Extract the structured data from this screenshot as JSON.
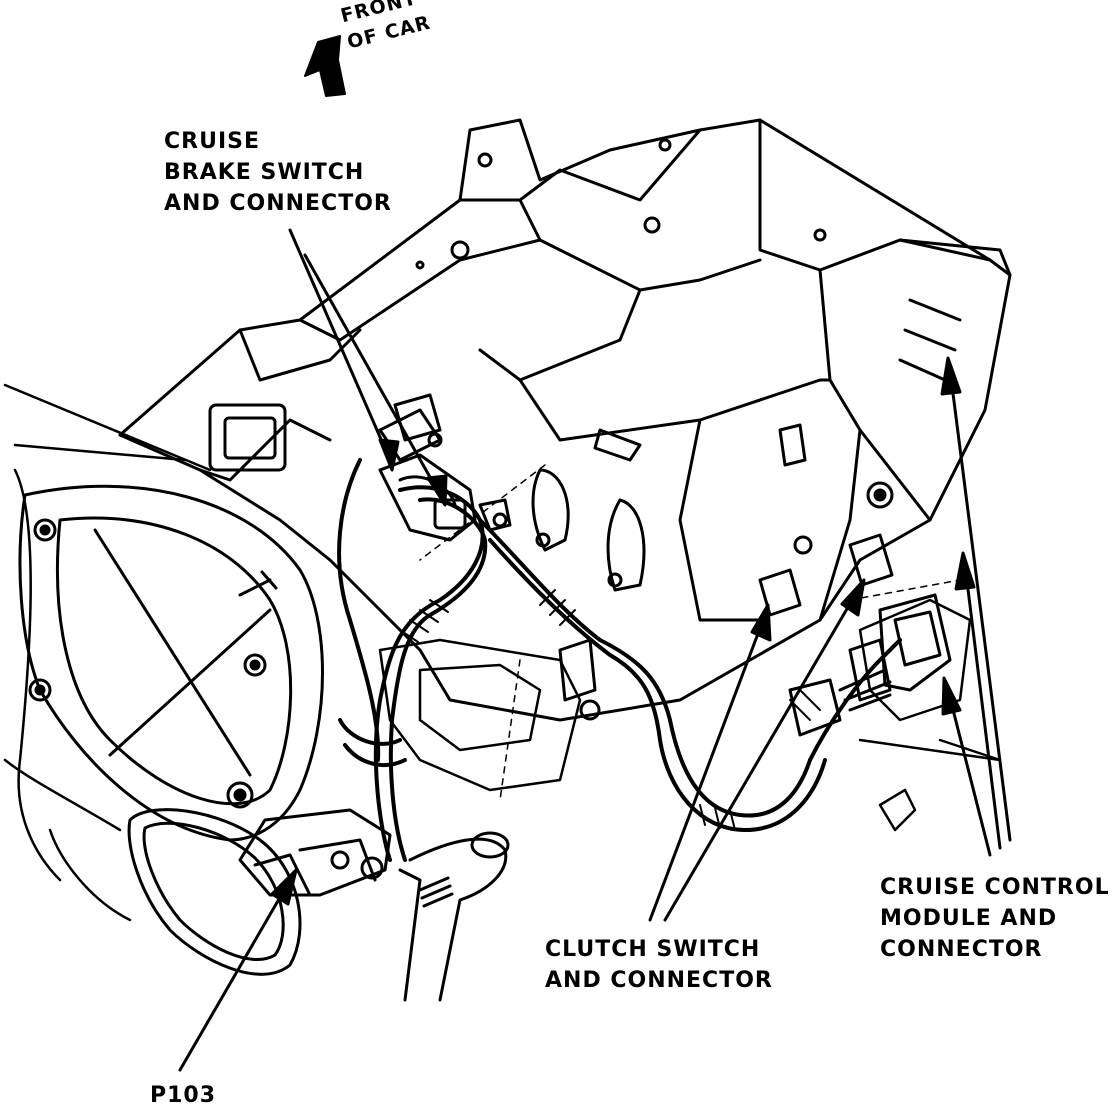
{
  "labels": {
    "front_of_car": [
      "FRONT",
      "OF CAR"
    ],
    "cruise_brake_switch": [
      "CRUISE",
      "BRAKE SWITCH",
      "AND CONNECTOR"
    ],
    "clutch_switch": [
      "CLUTCH SWITCH",
      "AND CONNECTOR"
    ],
    "cruise_control_module": [
      "CRUISE CONTROL",
      "MODULE AND",
      "CONNECTOR"
    ],
    "p103": "P103"
  },
  "colors": {
    "line": "#000000",
    "background": "#ffffff"
  },
  "icons": [
    "front-arrow-icon"
  ]
}
